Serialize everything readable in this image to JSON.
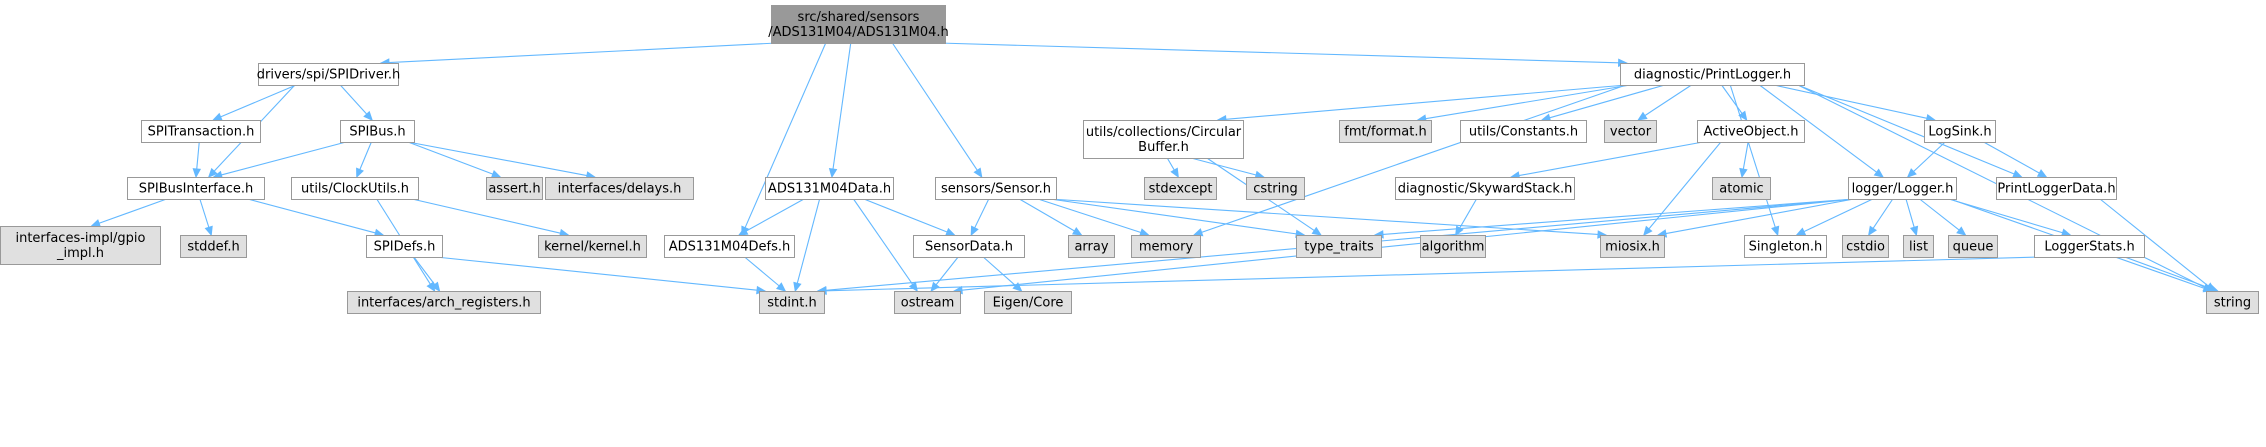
{
  "graph": {
    "colors": {
      "edge": "#63b8ff",
      "root_fill": "#999999",
      "node_fill": "#ffffff",
      "external_fill": "#e0e0e0",
      "border": "#999999"
    },
    "nodes": [
      {
        "id": "root",
        "label": [
          "src/shared/sensors",
          "/ADS131M04/ADS131M04.h"
        ],
        "kind": "root"
      },
      {
        "id": "spidriver",
        "label": [
          "drivers/spi/SPIDriver.h"
        ],
        "kind": "local"
      },
      {
        "id": "printlogger",
        "label": [
          "diagnostic/PrintLogger.h"
        ],
        "kind": "local"
      },
      {
        "id": "spitrans",
        "label": [
          "SPITransaction.h"
        ],
        "kind": "local"
      },
      {
        "id": "spibus",
        "label": [
          "SPIBus.h"
        ],
        "kind": "local"
      },
      {
        "id": "spibusif",
        "label": [
          "SPIBusInterface.h"
        ],
        "kind": "local"
      },
      {
        "id": "clockutils",
        "label": [
          "utils/ClockUtils.h"
        ],
        "kind": "local"
      },
      {
        "id": "asserth",
        "label": [
          "assert.h"
        ],
        "kind": "external"
      },
      {
        "id": "delays",
        "label": [
          "interfaces/delays.h"
        ],
        "kind": "external"
      },
      {
        "id": "gpioimpl",
        "label": [
          "interfaces-impl/gpio",
          "_impl.h"
        ],
        "kind": "external"
      },
      {
        "id": "stddef",
        "label": [
          "stddef.h"
        ],
        "kind": "external"
      },
      {
        "id": "spidefs",
        "label": [
          "SPIDefs.h"
        ],
        "kind": "local"
      },
      {
        "id": "kernel",
        "label": [
          "kernel/kernel.h"
        ],
        "kind": "external"
      },
      {
        "id": "archreg",
        "label": [
          "interfaces/arch_registers.h"
        ],
        "kind": "external"
      },
      {
        "id": "stdint",
        "label": [
          "stdint.h"
        ],
        "kind": "external"
      },
      {
        "id": "adsdata",
        "label": [
          "ADS131M04Data.h"
        ],
        "kind": "local"
      },
      {
        "id": "adsdefs",
        "label": [
          "ADS131M04Defs.h"
        ],
        "kind": "local"
      },
      {
        "id": "sensor",
        "label": [
          "sensors/Sensor.h"
        ],
        "kind": "local"
      },
      {
        "id": "sensordata",
        "label": [
          "SensorData.h"
        ],
        "kind": "local"
      },
      {
        "id": "array",
        "label": [
          "array"
        ],
        "kind": "external"
      },
      {
        "id": "memory",
        "label": [
          "memory"
        ],
        "kind": "external"
      },
      {
        "id": "ostream",
        "label": [
          "ostream"
        ],
        "kind": "external"
      },
      {
        "id": "eigen",
        "label": [
          "Eigen/Core"
        ],
        "kind": "external"
      },
      {
        "id": "circbuf",
        "label": [
          "utils/collections/Circular",
          "Buffer.h"
        ],
        "kind": "local"
      },
      {
        "id": "stdexcept",
        "label": [
          "stdexcept"
        ],
        "kind": "external"
      },
      {
        "id": "cstring",
        "label": [
          "cstring"
        ],
        "kind": "external"
      },
      {
        "id": "fmt",
        "label": [
          "fmt/format.h"
        ],
        "kind": "external"
      },
      {
        "id": "constants",
        "label": [
          "utils/Constants.h"
        ],
        "kind": "local"
      },
      {
        "id": "vector",
        "label": [
          "vector"
        ],
        "kind": "external"
      },
      {
        "id": "activeobj",
        "label": [
          "ActiveObject.h"
        ],
        "kind": "local"
      },
      {
        "id": "skystack",
        "label": [
          "diagnostic/SkywardStack.h"
        ],
        "kind": "local"
      },
      {
        "id": "atomic",
        "label": [
          "atomic"
        ],
        "kind": "external"
      },
      {
        "id": "logsink",
        "label": [
          "LogSink.h"
        ],
        "kind": "local"
      },
      {
        "id": "logger",
        "label": [
          "logger/Logger.h"
        ],
        "kind": "local"
      },
      {
        "id": "printlogdata",
        "label": [
          "PrintLoggerData.h"
        ],
        "kind": "local"
      },
      {
        "id": "typetraits",
        "label": [
          "type_traits"
        ],
        "kind": "external"
      },
      {
        "id": "algorithm",
        "label": [
          "algorithm"
        ],
        "kind": "external"
      },
      {
        "id": "miosix",
        "label": [
          "miosix.h"
        ],
        "kind": "external"
      },
      {
        "id": "singleton",
        "label": [
          "Singleton.h"
        ],
        "kind": "local"
      },
      {
        "id": "cstdio",
        "label": [
          "cstdio"
        ],
        "kind": "external"
      },
      {
        "id": "list",
        "label": [
          "list"
        ],
        "kind": "external"
      },
      {
        "id": "queue",
        "label": [
          "queue"
        ],
        "kind": "external"
      },
      {
        "id": "loggerstats",
        "label": [
          "LoggerStats.h"
        ],
        "kind": "local"
      },
      {
        "id": "string",
        "label": [
          "string"
        ],
        "kind": "external"
      }
    ],
    "edges": [
      [
        "root",
        "spidriver"
      ],
      [
        "root",
        "printlogger"
      ],
      [
        "root",
        "adsdata"
      ],
      [
        "root",
        "adsdefs"
      ],
      [
        "root",
        "sensor"
      ],
      [
        "spidriver",
        "spitrans"
      ],
      [
        "spidriver",
        "spibus"
      ],
      [
        "spidriver",
        "spibusif"
      ],
      [
        "spitrans",
        "spibusif"
      ],
      [
        "spibus",
        "spibusif"
      ],
      [
        "spibus",
        "clockutils"
      ],
      [
        "spibus",
        "asserth"
      ],
      [
        "spibus",
        "delays"
      ],
      [
        "spibusif",
        "gpioimpl"
      ],
      [
        "spibusif",
        "stddef"
      ],
      [
        "spibusif",
        "spidefs"
      ],
      [
        "clockutils",
        "kernel"
      ],
      [
        "clockutils",
        "archreg"
      ],
      [
        "spidefs",
        "archreg"
      ],
      [
        "spidefs",
        "stdint"
      ],
      [
        "adsdata",
        "adsdefs"
      ],
      [
        "adsdata",
        "sensordata"
      ],
      [
        "adsdata",
        "stdint"
      ],
      [
        "adsdata",
        "ostream"
      ],
      [
        "adsdefs",
        "stdint"
      ],
      [
        "sensor",
        "sensordata"
      ],
      [
        "sensor",
        "array"
      ],
      [
        "sensor",
        "memory"
      ],
      [
        "sensor",
        "typetraits"
      ],
      [
        "sensor",
        "miosix"
      ],
      [
        "sensordata",
        "ostream"
      ],
      [
        "sensordata",
        "eigen"
      ],
      [
        "printlogger",
        "memory"
      ],
      [
        "printlogger",
        "circbuf"
      ],
      [
        "printlogger",
        "fmt"
      ],
      [
        "printlogger",
        "constants"
      ],
      [
        "printlogger",
        "vector"
      ],
      [
        "printlogger",
        "activeobj"
      ],
      [
        "printlogger",
        "logsink"
      ],
      [
        "printlogger",
        "logger"
      ],
      [
        "printlogger",
        "printlogdata"
      ],
      [
        "printlogger",
        "singleton"
      ],
      [
        "printlogger",
        "string"
      ],
      [
        "circbuf",
        "stdexcept"
      ],
      [
        "circbuf",
        "cstring"
      ],
      [
        "circbuf",
        "typetraits"
      ],
      [
        "activeobj",
        "skystack"
      ],
      [
        "activeobj",
        "atomic"
      ],
      [
        "activeobj",
        "miosix"
      ],
      [
        "skystack",
        "algorithm"
      ],
      [
        "logsink",
        "logger"
      ],
      [
        "logsink",
        "printlogdata"
      ],
      [
        "printlogdata",
        "string"
      ],
      [
        "logger",
        "typetraits"
      ],
      [
        "logger",
        "miosix"
      ],
      [
        "logger",
        "singleton"
      ],
      [
        "logger",
        "cstdio"
      ],
      [
        "logger",
        "list"
      ],
      [
        "logger",
        "queue"
      ],
      [
        "logger",
        "loggerstats"
      ],
      [
        "logger",
        "string"
      ],
      [
        "logger",
        "stdint"
      ],
      [
        "logger",
        "ostream"
      ],
      [
        "loggerstats",
        "stdint"
      ],
      [
        "loggerstats",
        "string"
      ]
    ]
  }
}
